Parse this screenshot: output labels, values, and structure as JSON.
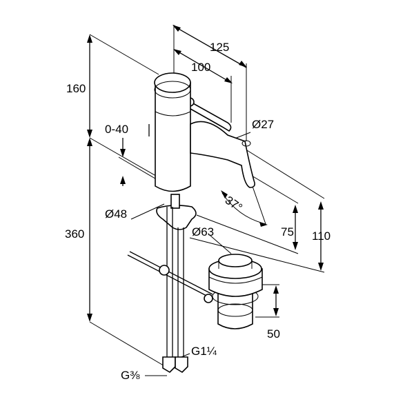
{
  "dimensions": {
    "d125": "125",
    "d100": "100",
    "d160": "160",
    "d0_40": "0-40",
    "d27": "Ø27",
    "d37": "37°",
    "d48": "Ø48",
    "d63": "Ø63",
    "d75": "75",
    "d110": "110",
    "d360": "360",
    "d50": "50",
    "g114": "G1¼",
    "g38": "G⅜"
  }
}
